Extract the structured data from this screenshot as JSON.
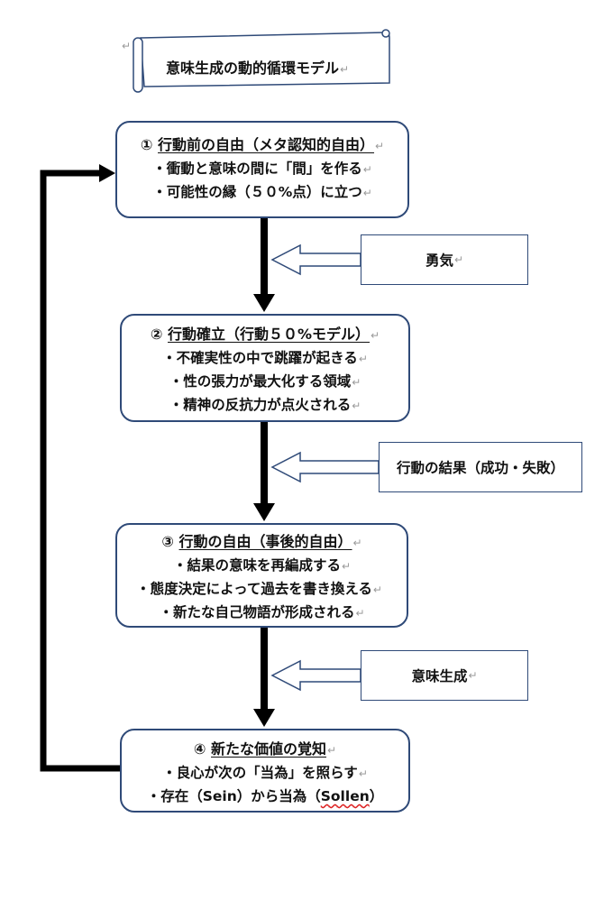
{
  "title": {
    "text": "意味生成の動的循環モデル",
    "return_mark": "↵",
    "leading_mark": "↵"
  },
  "colors": {
    "border": "#2f4a78",
    "arrow": "#000000",
    "text": "#111111",
    "spellcheck": "#dd2222"
  },
  "stages": [
    {
      "number": "①",
      "heading": "行動前の自由（メタ認知的自由）",
      "bullets": [
        "・衝動と意味の間に「間」を作る",
        "・可能性の縁（５０%点）に立つ"
      ]
    },
    {
      "number": "②",
      "heading": "行動確立（行動５０%モデル）",
      "bullets": [
        "・不確実性の中で跳躍が起きる",
        "・性の張力が最大化する領域",
        "・精神の反抗力が点火される"
      ]
    },
    {
      "number": "③",
      "heading": "行動の自由（事後的自由）",
      "bullets": [
        "・結果の意味を再編成する",
        "・態度決定によって過去を書き換える",
        "・新たな自己物語が形成される"
      ]
    },
    {
      "number": "④",
      "heading": "新たな価値の覚知",
      "bullets": [
        "・良心が次の「当為」を照らす"
      ],
      "last_line": {
        "prefix": "・存在（Sein）から当為（",
        "flagged": "Sollen",
        "suffix": "）"
      }
    }
  ],
  "inputs": [
    {
      "label": "勇気"
    },
    {
      "label": "行動の結果（成功・失敗）"
    },
    {
      "label": "意味生成"
    }
  ],
  "return_mark": "↵"
}
